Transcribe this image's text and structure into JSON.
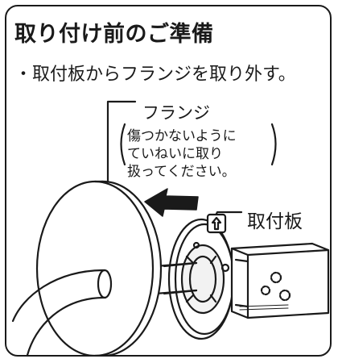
{
  "title": "取り付け前のご準備",
  "instruction": "・取付板からフランジを取り外す。",
  "labels": {
    "flange": "フランジ",
    "plate": "取付板"
  },
  "note": {
    "line1": "傷つかないように",
    "line2": "ていねいに取り",
    "line3": "扱ってください。"
  },
  "colors": {
    "line": "#1a1a1a",
    "fill": "#ffffff",
    "arrow": "#1a1a1a"
  },
  "icons": [
    "direction-arrow-icon",
    "up-arrow-mark-icon"
  ]
}
